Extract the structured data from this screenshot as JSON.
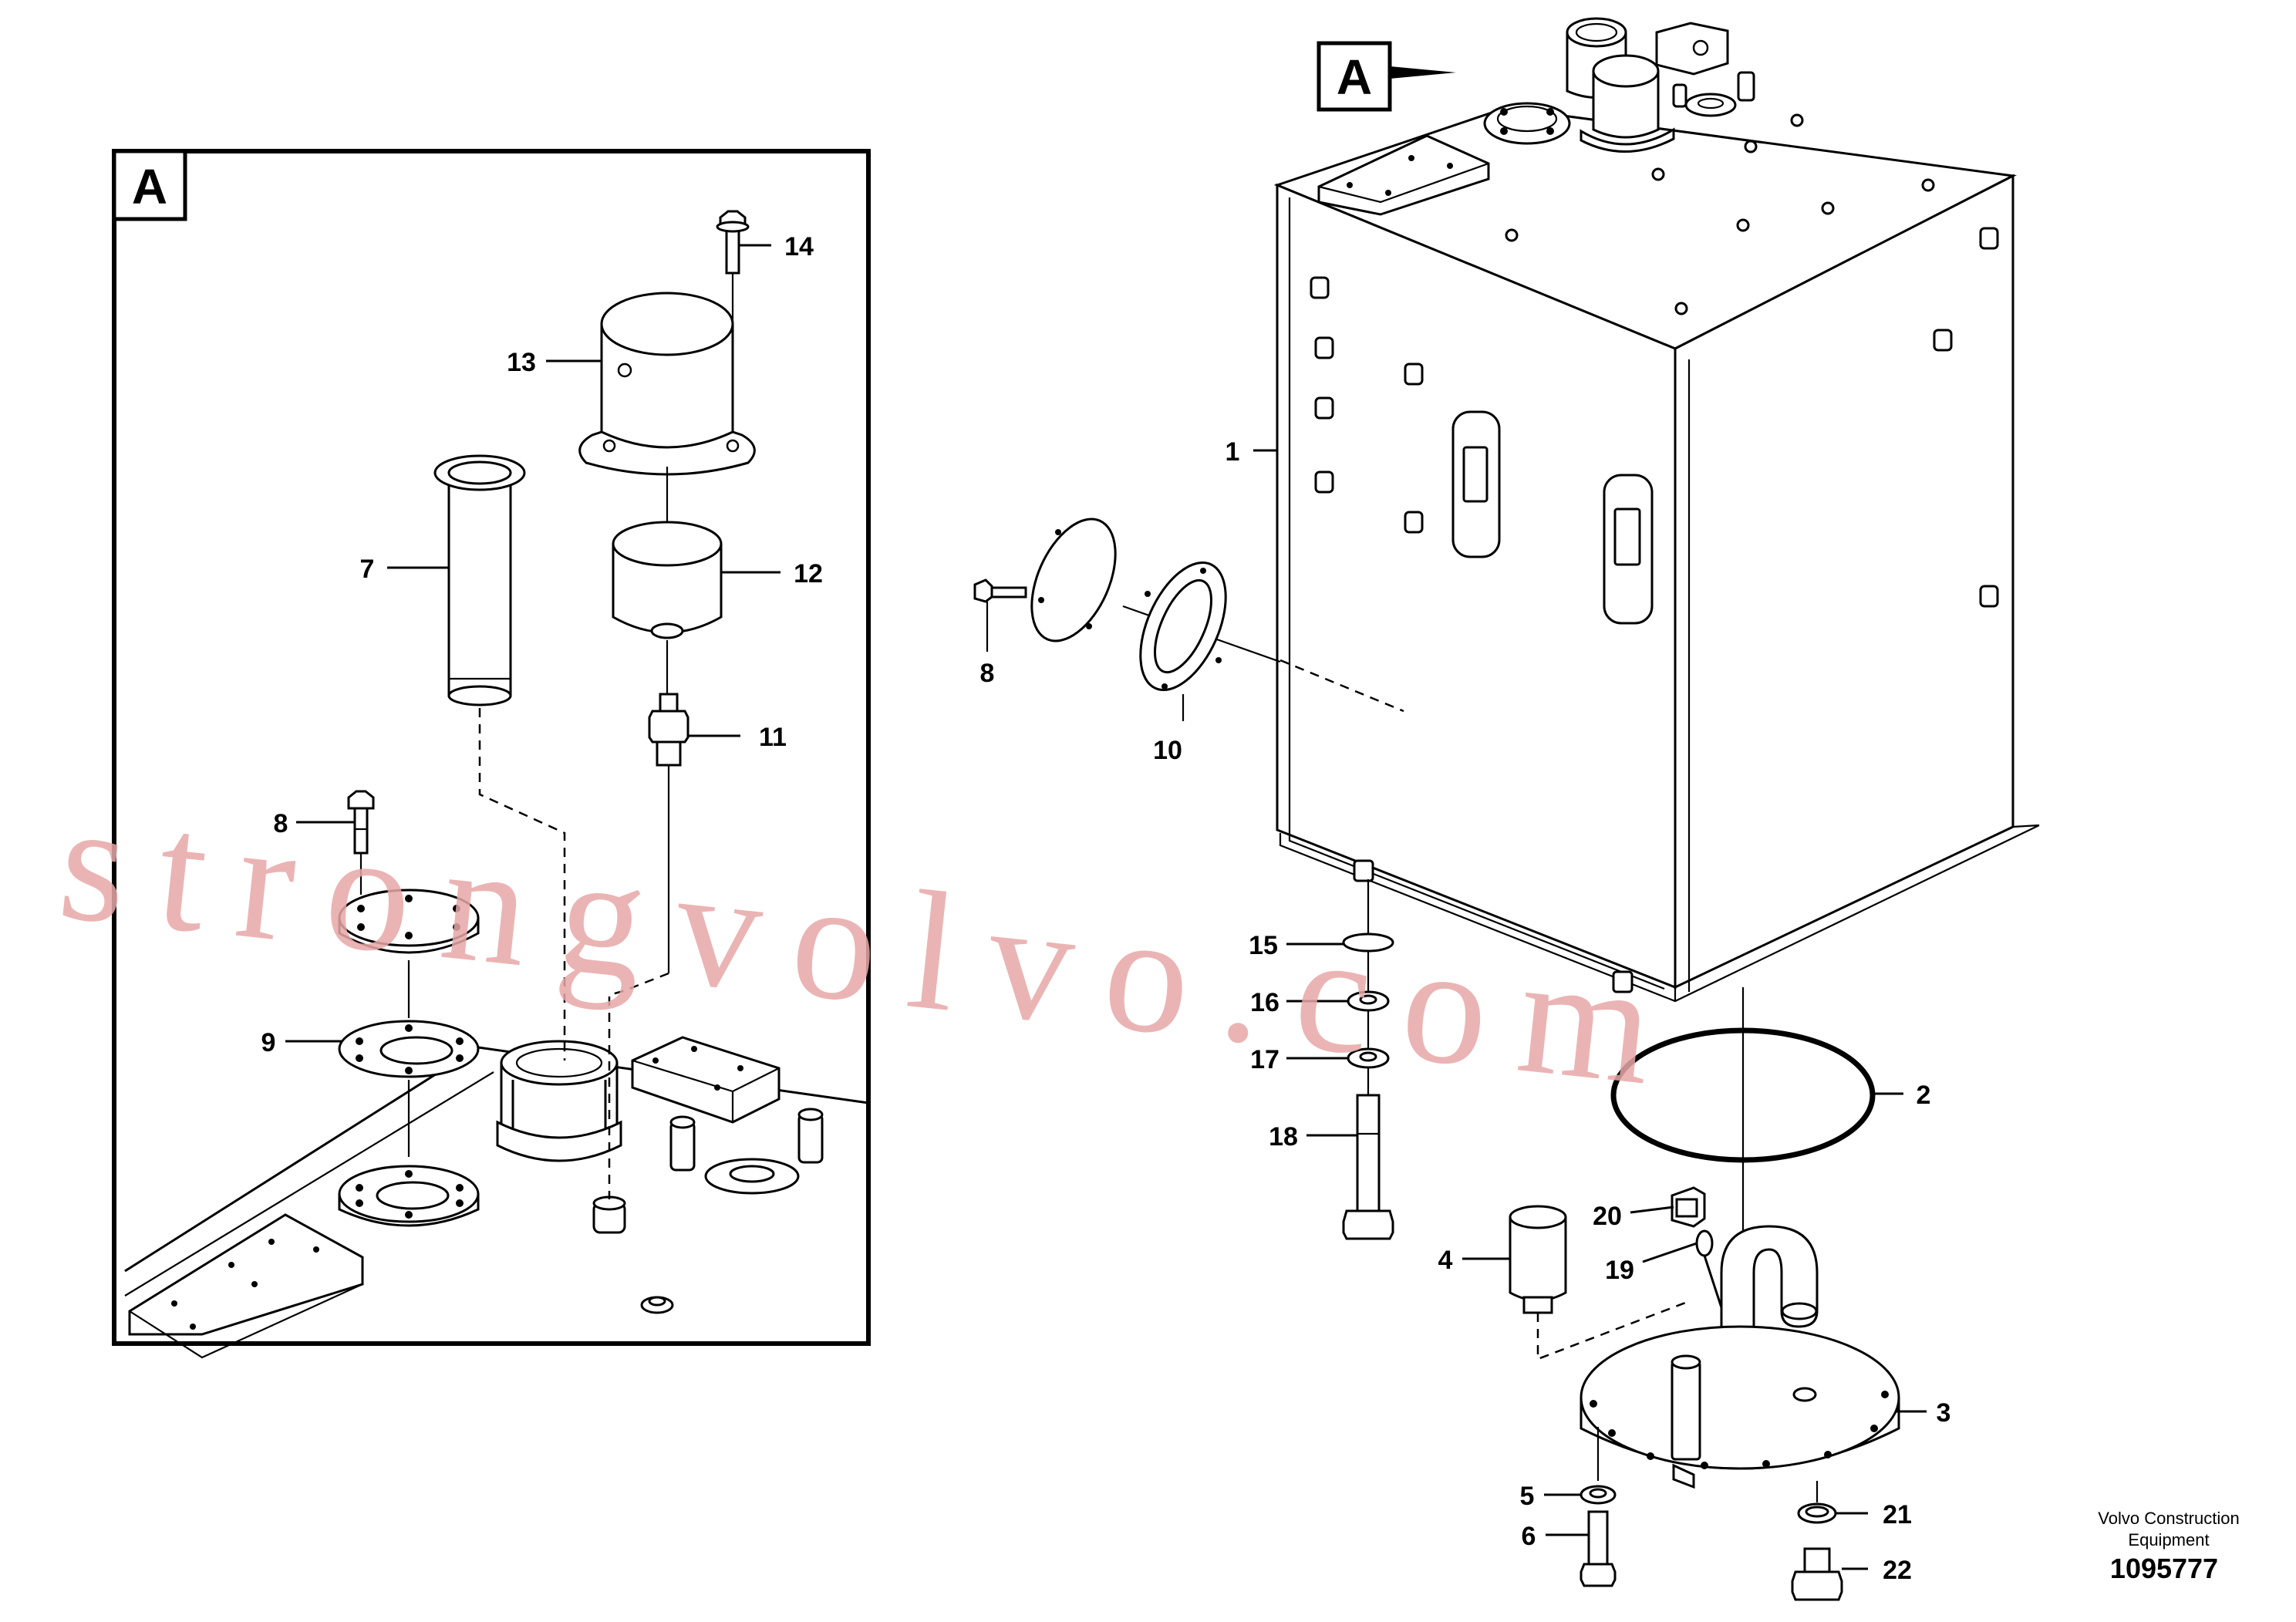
{
  "view_tag": "A",
  "watermark": "strongvolvo.com",
  "credit": [
    "Volvo Construction",
    "Equipment"
  ],
  "drawing_number": "1095777",
  "callouts": [
    {
      "id": "c1",
      "text": "1"
    },
    {
      "id": "c2",
      "text": "2"
    },
    {
      "id": "c3",
      "text": "3"
    },
    {
      "id": "c4",
      "text": "4"
    },
    {
      "id": "c5",
      "text": "5"
    },
    {
      "id": "c6",
      "text": "6"
    },
    {
      "id": "c7",
      "text": "7"
    },
    {
      "id": "c8a",
      "text": "8"
    },
    {
      "id": "c8b",
      "text": "8"
    },
    {
      "id": "c9",
      "text": "9"
    },
    {
      "id": "c10",
      "text": "10"
    },
    {
      "id": "c11",
      "text": "11"
    },
    {
      "id": "c12",
      "text": "12"
    },
    {
      "id": "c13",
      "text": "13"
    },
    {
      "id": "c14",
      "text": "14"
    },
    {
      "id": "c15",
      "text": "15"
    },
    {
      "id": "c16",
      "text": "16"
    },
    {
      "id": "c17",
      "text": "17"
    },
    {
      "id": "c18",
      "text": "18"
    },
    {
      "id": "c19",
      "text": "19"
    },
    {
      "id": "c20",
      "text": "20"
    },
    {
      "id": "c21",
      "text": "21"
    },
    {
      "id": "c22",
      "text": "22"
    }
  ]
}
